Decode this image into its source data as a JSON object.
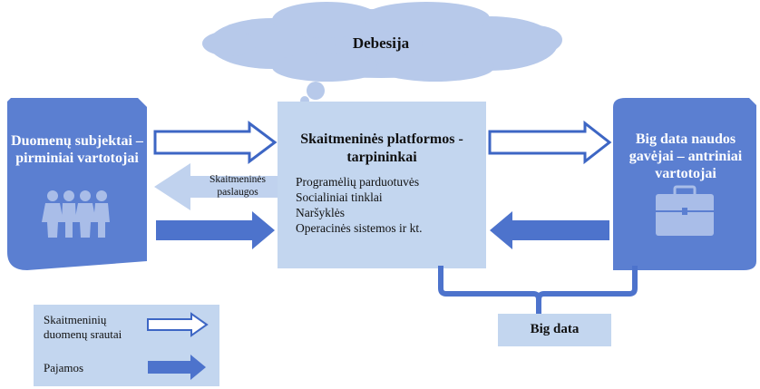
{
  "cloud": {
    "label": "Debesija"
  },
  "left_box": {
    "title": "Duomenų subjektai – pirminiai vartotojai",
    "icon": "people-icon"
  },
  "center_box": {
    "title": "Skaitmeninės platformos - tarpininkai",
    "items": [
      "Programėlių parduotuvės",
      "Socialiniai tinklai",
      "Naršyklės",
      "Operacinės sistemos ir kt."
    ]
  },
  "right_box": {
    "title": "Big data naudos gavėjai – antriniai vartotojai",
    "icon": "briefcase-icon"
  },
  "services_arrow": {
    "label": "Skaitmeninės paslaugos"
  },
  "big_data": {
    "label": "Big data"
  },
  "legend": {
    "data_flows": "Skaitmeninių duomenų srautai",
    "revenue": "Pajamos"
  },
  "colors": {
    "left_right_box": "#5b7fd1",
    "center_box": "#c3d6ef",
    "arrow_dark": "#4d73cc",
    "arrow_light": "#c0d2ee",
    "cloud": "#b7c9ea",
    "outline": "#3d66c4"
  }
}
